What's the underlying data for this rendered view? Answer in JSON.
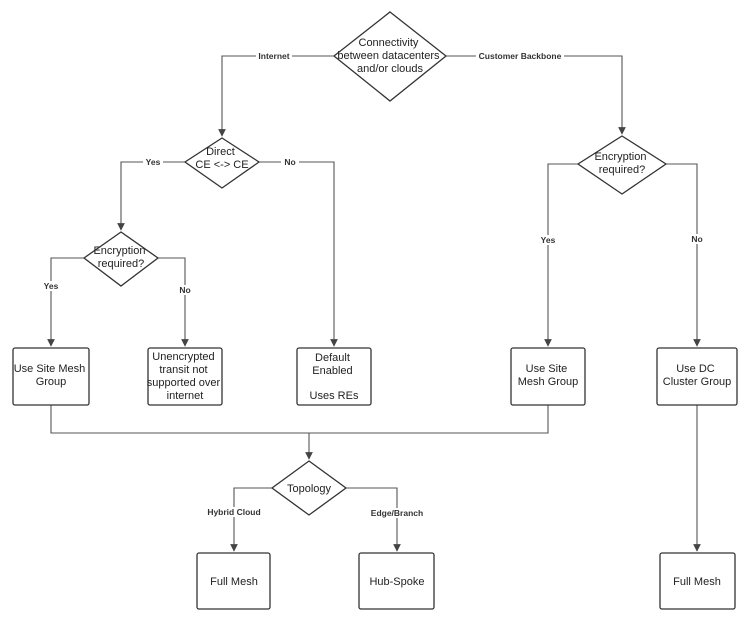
{
  "diagram": {
    "nodes": {
      "connectivity": [
        "Connectivity",
        "between datacenters",
        "and/or clouds"
      ],
      "direct": [
        "Direct",
        "CE <-> CE"
      ],
      "encryption_left": [
        "Encryption",
        "required?"
      ],
      "encryption_right": [
        "Encryption",
        "required?"
      ],
      "site_mesh_left": [
        "Use Site Mesh",
        "Group"
      ],
      "unencrypted": [
        "Unencrypted",
        "transit not",
        "supported over",
        "internet"
      ],
      "default": [
        "Default",
        "Enabled",
        "",
        "Uses REs"
      ],
      "site_mesh_right": [
        "Use Site",
        "Mesh Group"
      ],
      "dc_cluster": [
        "Use DC",
        "Cluster Group"
      ],
      "topology": [
        "Topology"
      ],
      "full_mesh_left": [
        "Full Mesh"
      ],
      "hub_spoke": [
        "Hub-Spoke"
      ],
      "full_mesh_right": [
        "Full Mesh"
      ]
    },
    "edge_labels": {
      "internet": "Internet",
      "customer_backbone": "Customer Backbone",
      "direct_yes": "Yes",
      "direct_no": "No",
      "enc_left_yes": "Yes",
      "enc_left_no": "No",
      "enc_right_yes": "Yes",
      "enc_right_no": "No",
      "hybrid_cloud": "Hybrid Cloud",
      "edge_branch": "Edge/Branch"
    }
  }
}
